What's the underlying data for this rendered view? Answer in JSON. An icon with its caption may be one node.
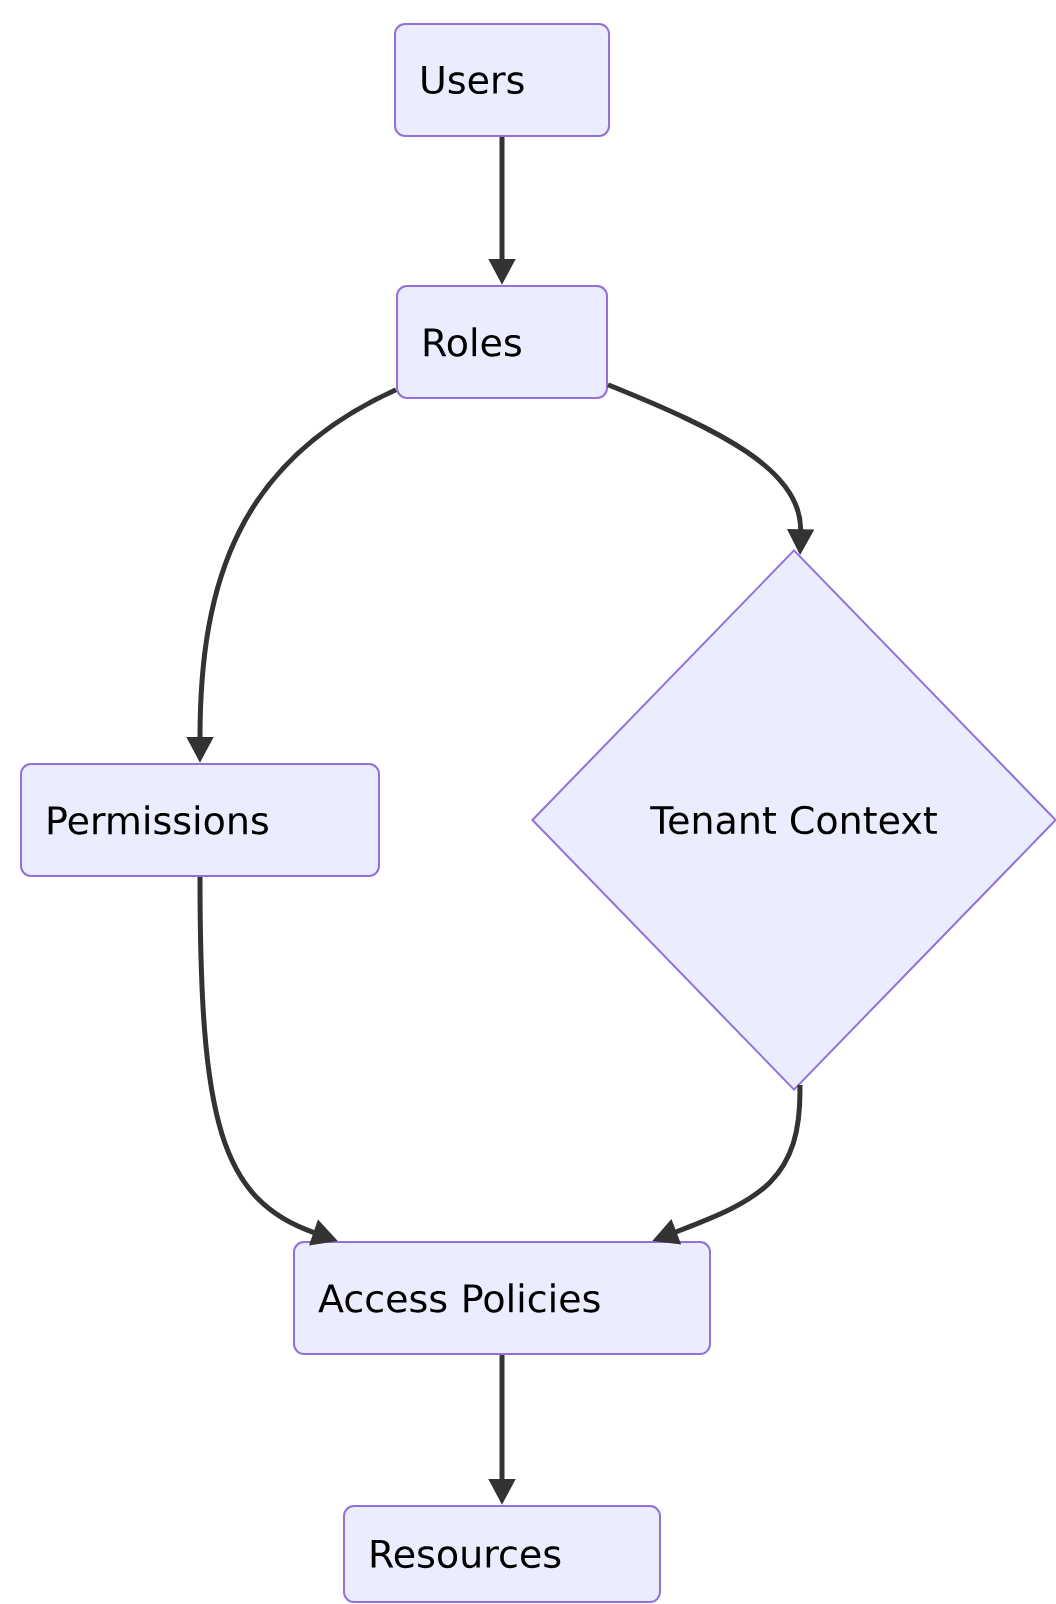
{
  "diagram": {
    "nodes": [
      {
        "text": [
          "Users"
        ]
      },
      {
        "text": [
          "Roles"
        ]
      },
      {
        "text": [
          "Permissions"
        ]
      },
      {
        "text": [
          "Tenant Context"
        ]
      },
      {
        "text": [
          "Access Policies"
        ]
      },
      {
        "text": [
          "Resources"
        ]
      }
    ],
    "edges": [
      {
        "from": 0,
        "to": 1,
        "arrow": "to"
      },
      {
        "from": 1,
        "to": 2,
        "arrow": "to"
      },
      {
        "from": 1,
        "to": 3,
        "arrow": "to"
      },
      {
        "from": 2,
        "to": 4,
        "arrow": "to"
      },
      {
        "from": 3,
        "to": 4,
        "arrow": "to"
      },
      {
        "from": 4,
        "to": 5,
        "arrow": "to"
      }
    ]
  }
}
